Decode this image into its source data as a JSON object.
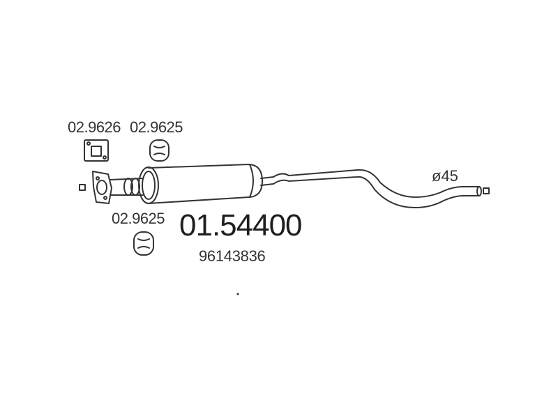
{
  "diagram": {
    "main_part_number": "01.54400",
    "oem_number": "96143836",
    "gasket_part_number": "02.9626",
    "hanger_top_part_number": "02.9625",
    "hanger_bottom_part_number": "02.9625",
    "pipe_diameter": "ø45",
    "colors": {
      "line": "#333333",
      "background": "#ffffff"
    }
  }
}
